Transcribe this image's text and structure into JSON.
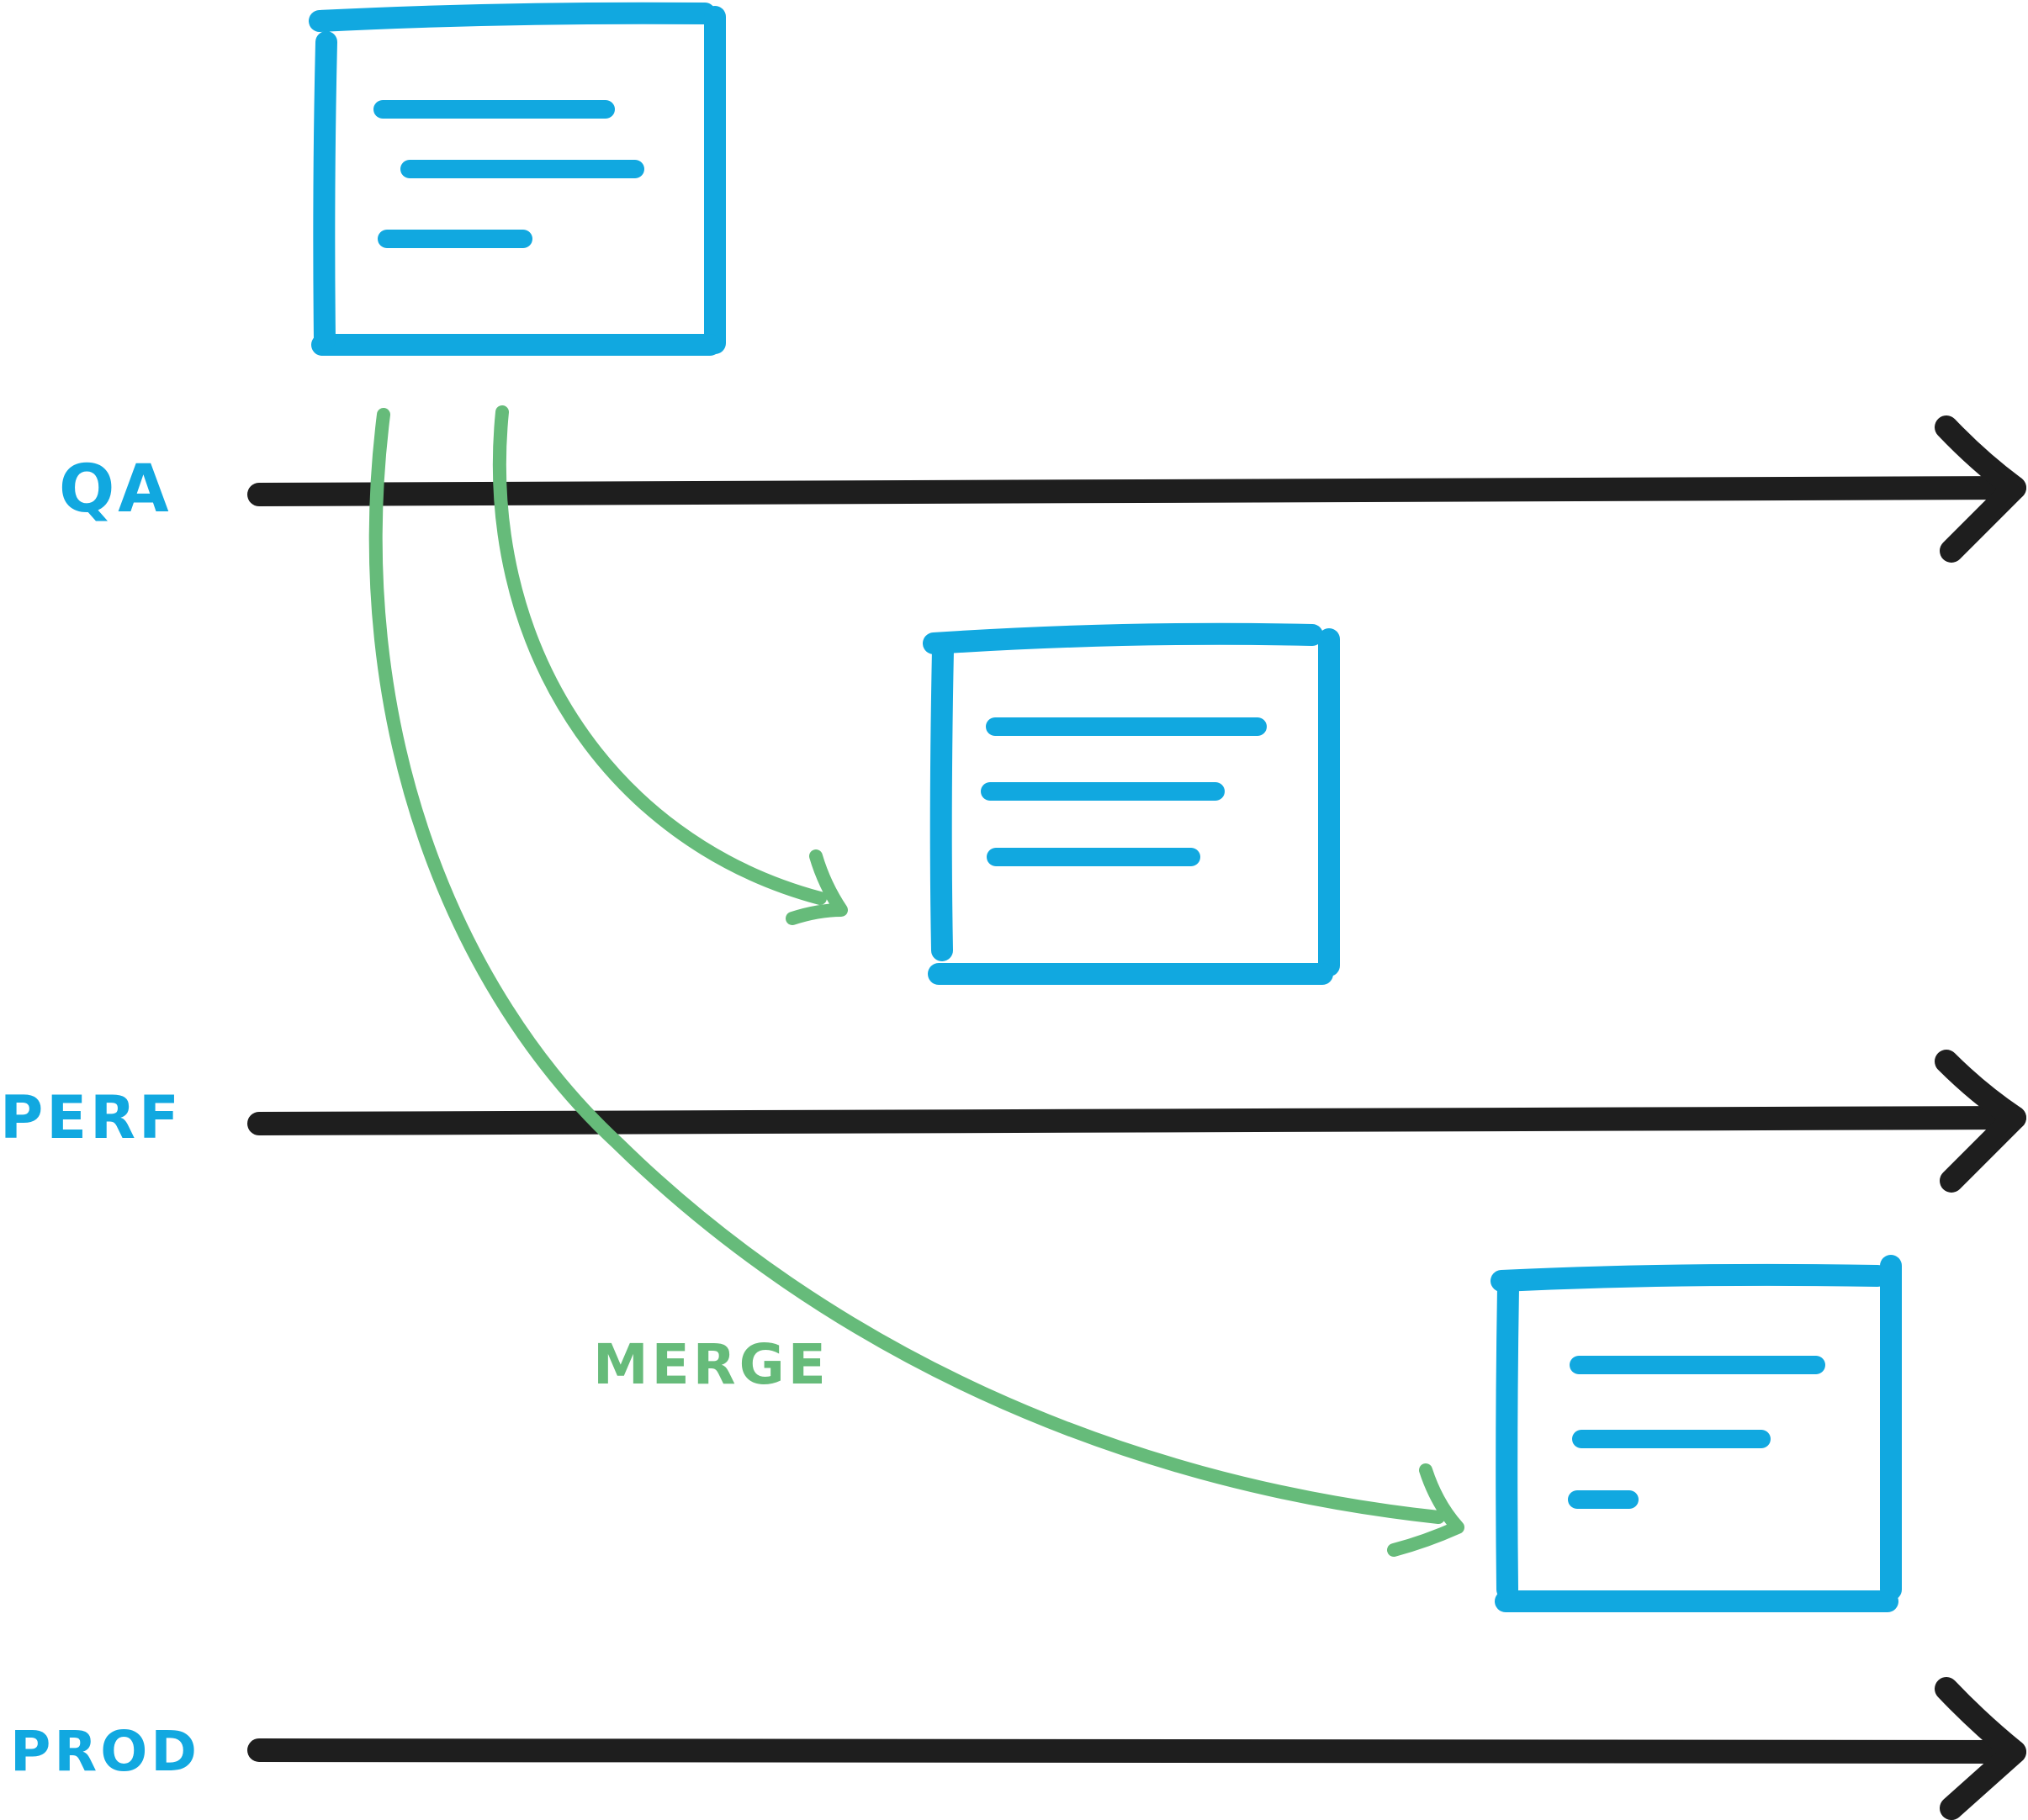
{
  "lanes": [
    {
      "id": "qa",
      "label": "QA"
    },
    {
      "id": "perf",
      "label": "PERF"
    },
    {
      "id": "prod",
      "label": "PROD"
    }
  ],
  "documents": [
    {
      "id": "doc-top",
      "lane": "qa",
      "line_count": 3
    },
    {
      "id": "doc-middle",
      "lane": "perf",
      "line_count": 3
    },
    {
      "id": "doc-bottom",
      "lane": "prod",
      "line_count": 3
    }
  ],
  "flows": [
    {
      "from": "doc-top",
      "to": "doc-middle"
    },
    {
      "from": "doc-top",
      "to": "doc-bottom"
    }
  ],
  "merge_label": "MERGE",
  "colors": {
    "lane_line": "#1e1e1e",
    "lane_label": "#11a8e0",
    "document": "#11a8e0",
    "flow_arrow": "#66bb7a",
    "merge_label": "#66bb7a"
  }
}
